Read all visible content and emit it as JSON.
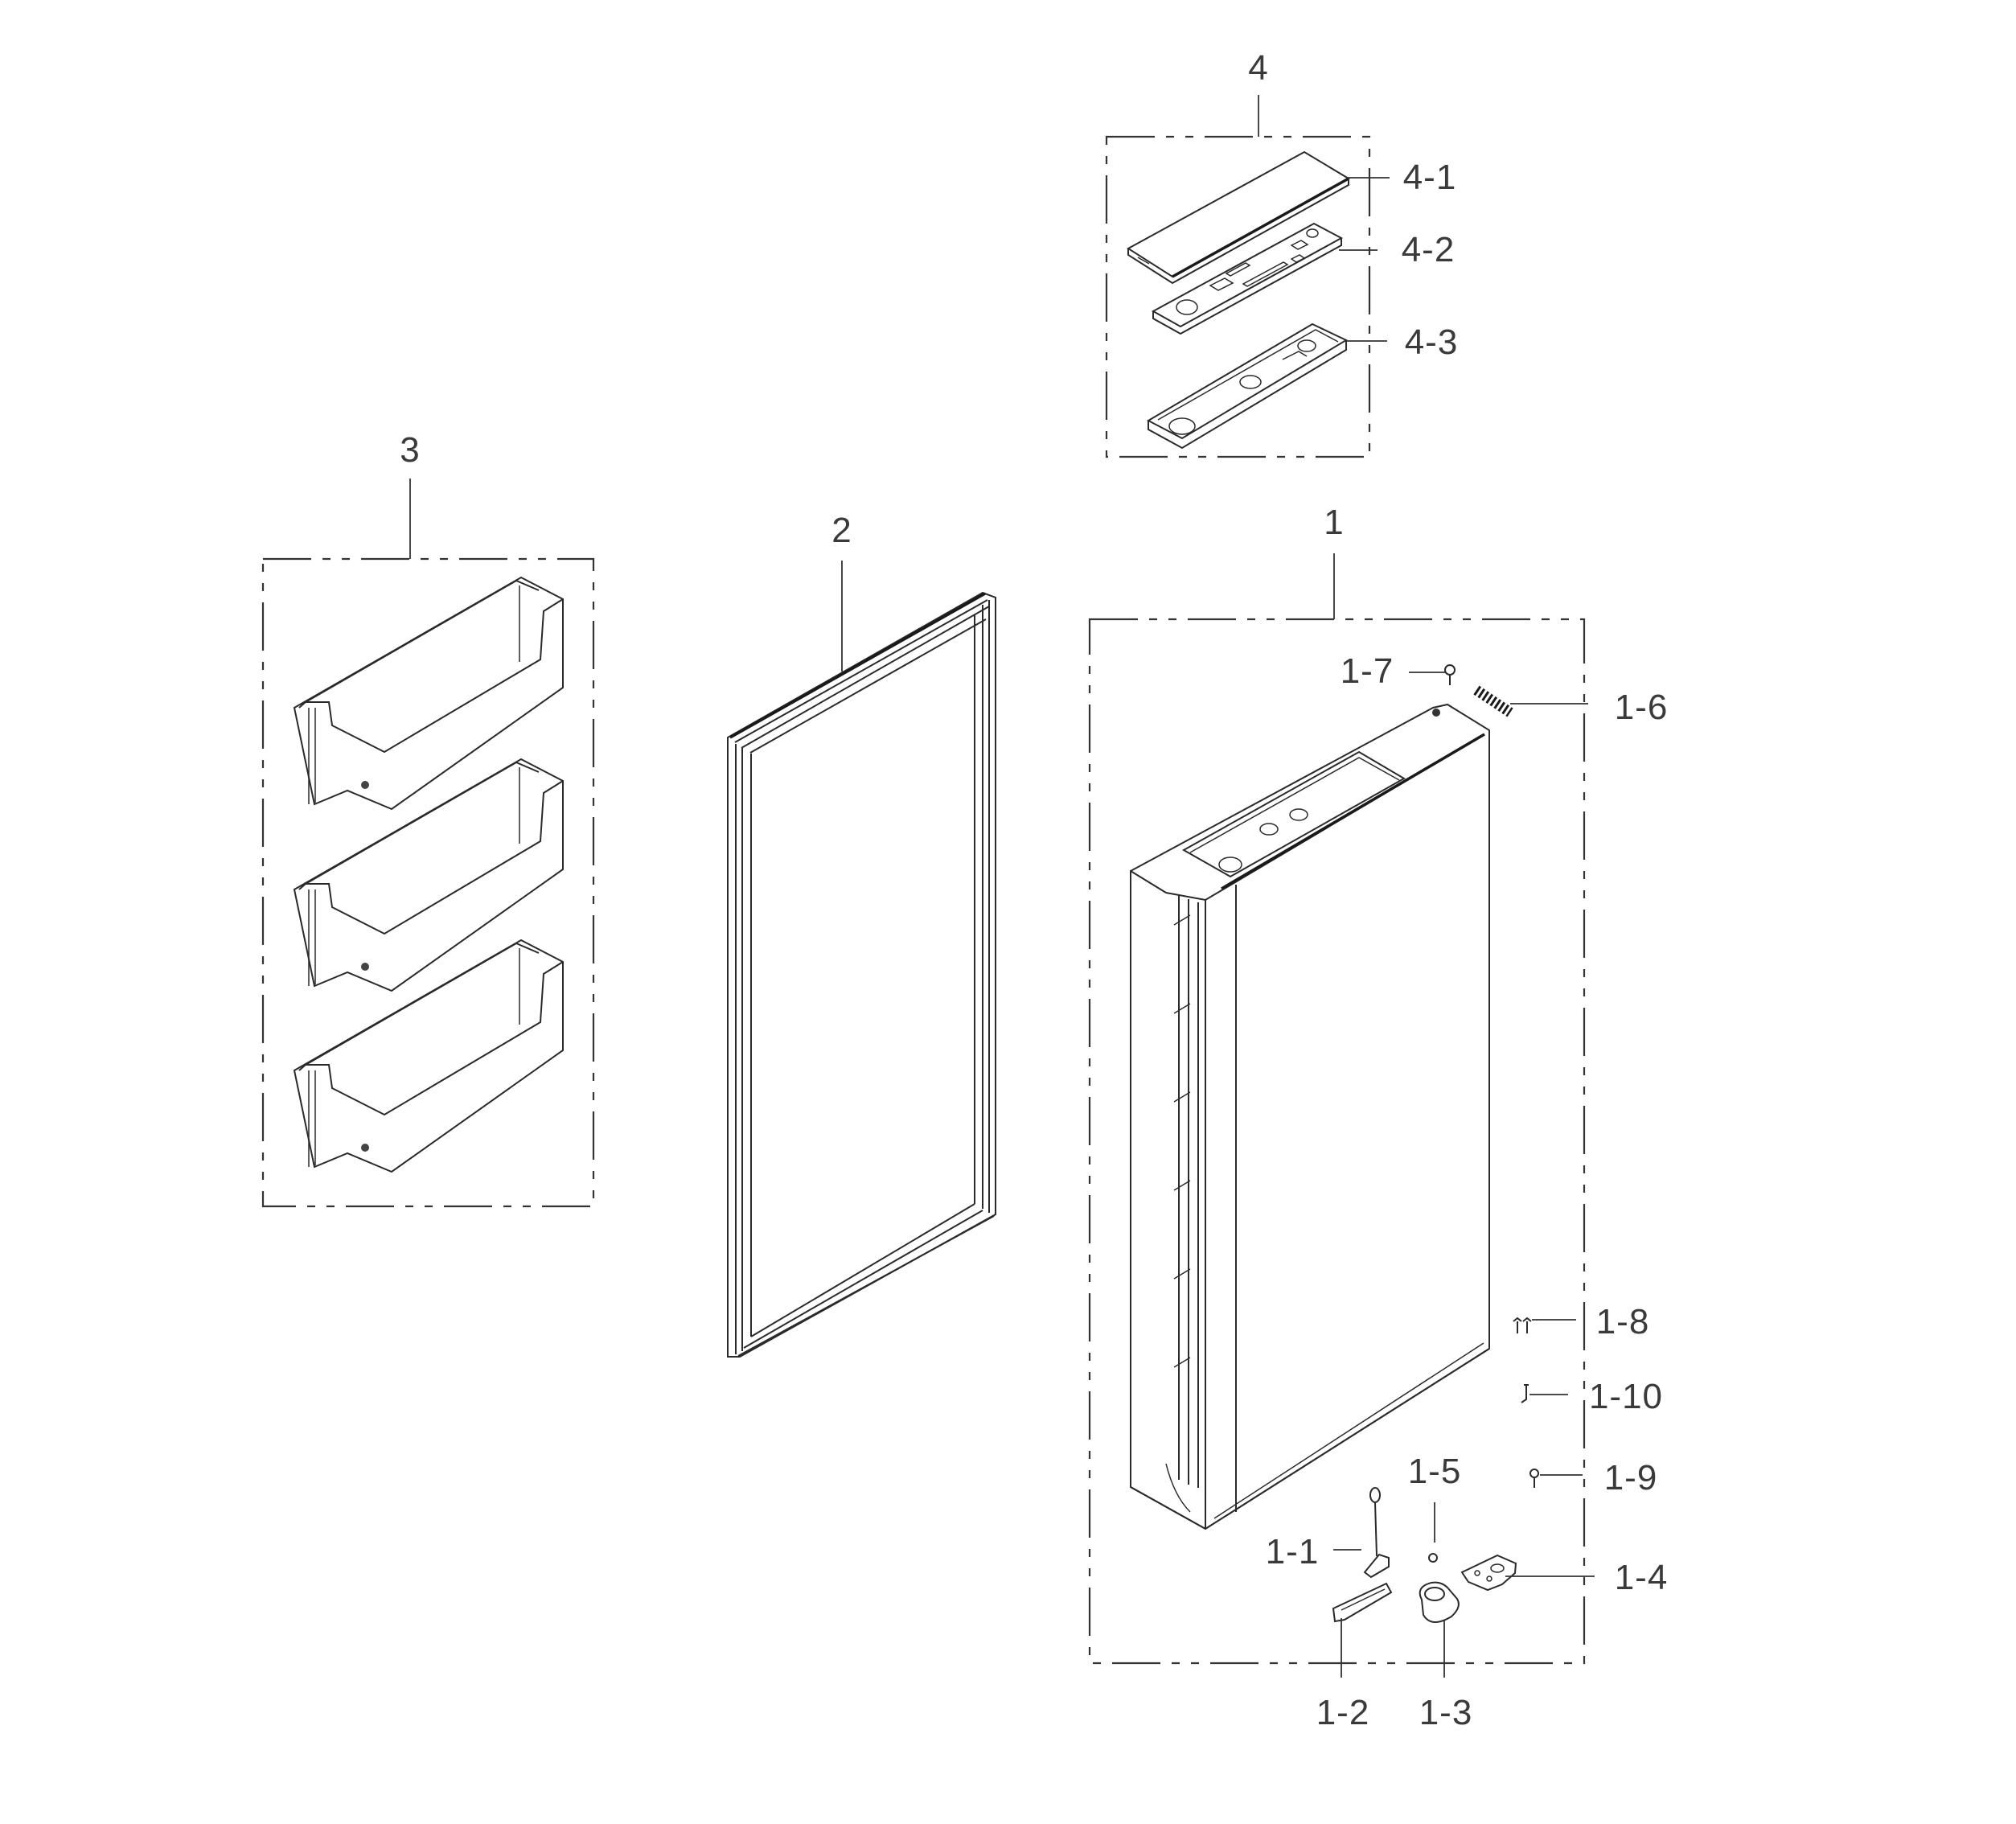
{
  "diagram": {
    "type": "exploded-parts-diagram",
    "groups": [
      {
        "id": "1",
        "label": "1",
        "description": "door assembly",
        "parts": [
          "1-1",
          "1-2",
          "1-3",
          "1-4",
          "1-5",
          "1-6",
          "1-7",
          "1-8",
          "1-9",
          "1-10"
        ]
      },
      {
        "id": "2",
        "label": "2",
        "description": "door gasket",
        "parts": []
      },
      {
        "id": "3",
        "label": "3",
        "description": "door bins (x3)",
        "parts": []
      },
      {
        "id": "4",
        "label": "4",
        "description": "top cap assembly",
        "parts": [
          "4-1",
          "4-2",
          "4-3"
        ]
      }
    ],
    "callouts": {
      "g1": "1",
      "g2": "2",
      "g3": "3",
      "g4": "4",
      "p4_1": "4-1",
      "p4_2": "4-2",
      "p4_3": "4-3",
      "p1_1": "1-1",
      "p1_2": "1-2",
      "p1_3": "1-3",
      "p1_4": "1-4",
      "p1_5": "1-5",
      "p1_6": "1-6",
      "p1_7": "1-7",
      "p1_8": "1-8",
      "p1_9": "1-9",
      "p1_10": "1-10"
    }
  }
}
